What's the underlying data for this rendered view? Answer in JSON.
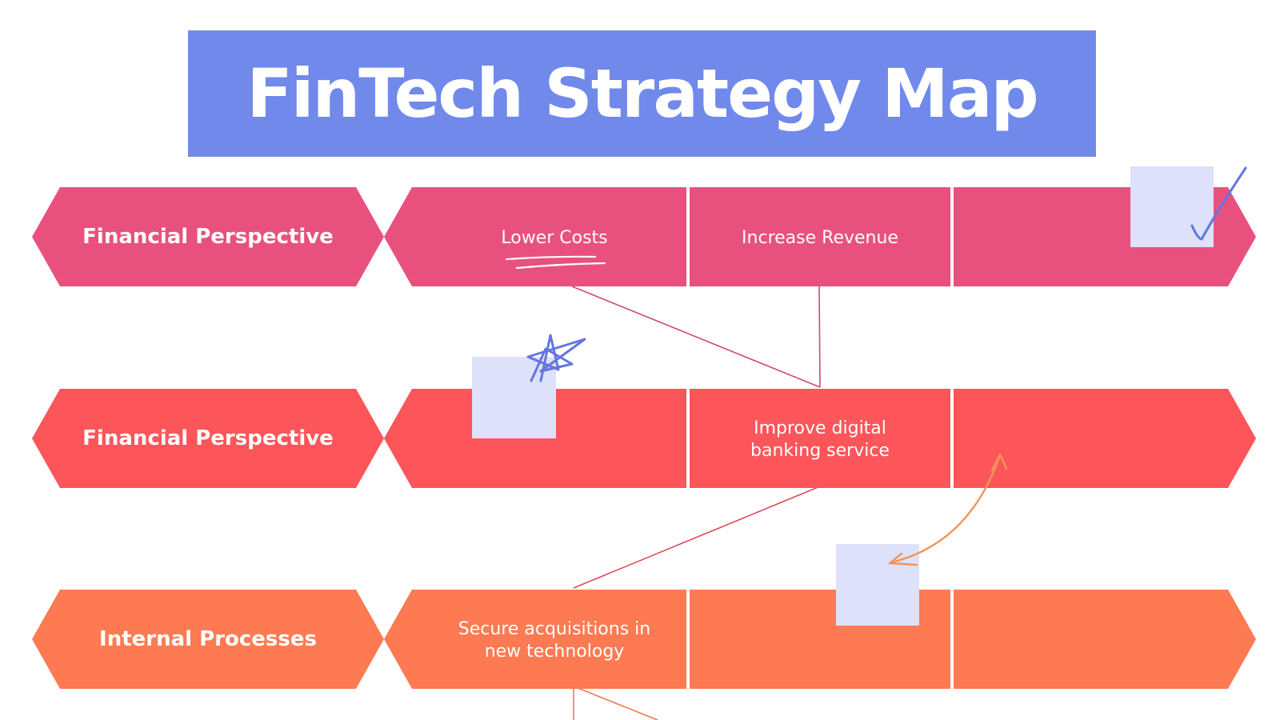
{
  "title": "FinTech Strategy Map",
  "colors": {
    "banner": "#7089ea",
    "row_financial_1": "#e8517e",
    "row_financial_2": "#fc555a",
    "row_internal": "#fd7a52",
    "sticky_note": "#dde1f9",
    "annotation_blue": "#6475e0",
    "annotation_orange": "#f3935a"
  },
  "rows": [
    {
      "label": "Financial Perspective",
      "color": "#e8517e",
      "segments": [
        "Lower Costs",
        "Increase Revenue",
        ""
      ]
    },
    {
      "label": "Financial Perspective",
      "color": "#fc555a",
      "segments": [
        "",
        "Improve digital banking service",
        ""
      ]
    },
    {
      "label": "Internal Processes",
      "color": "#fd7a52",
      "segments": [
        "Secure acquisitions in new technology",
        "",
        ""
      ]
    }
  ],
  "decorations": [
    "sticky-note",
    "checkmark-icon",
    "star-doodle-icon",
    "curved-arrow-icon",
    "underline-scribble"
  ]
}
